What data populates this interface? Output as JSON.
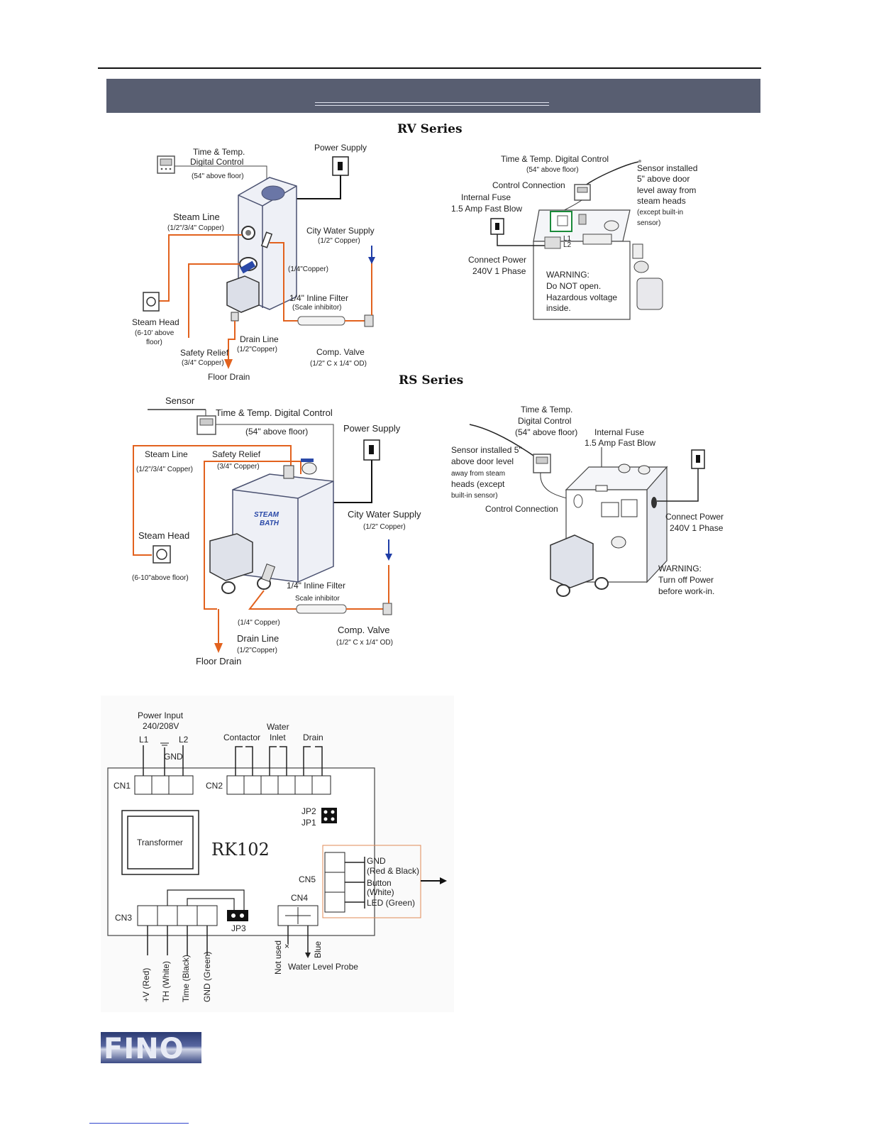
{
  "header": {
    "banner_color": "#585e71"
  },
  "rv": {
    "title": "RV Series",
    "left": {
      "control_title_1": "Time & Temp.",
      "control_title_2": "Digital Control",
      "control_height": "(54\" above floor)",
      "power_supply": "Power Supply",
      "steam_line": "Steam Line",
      "steam_line_spec": "(1/2\"/3/4\" Copper)",
      "city_water": "City Water Supply",
      "city_water_spec": "(1/2\" Copper)",
      "copper_quarter": "(1/4\"Copper)",
      "filter": "1/4\" Inline Filter",
      "filter_sub": "(Scale inhibitor)",
      "steam_head": "Steam Head",
      "steam_head_h1": "(6-10' above",
      "steam_head_h2": "floor)",
      "drain_line": "Drain Line",
      "drain_spec": "(1/2\"Copper)",
      "safety_relief": "Safety Relief",
      "safety_spec": "(3/4\" Copper)",
      "comp_valve": "Comp. Valve",
      "comp_spec": "(1/2\" C x 1/4\" OD)",
      "floor_drain": "Floor Drain"
    },
    "right": {
      "control_title": "Time & Temp. Digital Control",
      "control_height": "(54\" above floor)",
      "control_connection": "Control Connection",
      "fuse_1": "Internal Fuse",
      "fuse_2": "1.5 Amp Fast Blow",
      "sensor_1": "Sensor installed",
      "sensor_2": "5\" above door",
      "sensor_3": "level away from",
      "sensor_4": "steam heads",
      "sensor_5": "(except built-in",
      "sensor_6": "sensor)",
      "connect_power": "Connect Power",
      "phase": "240V 1 Phase",
      "l1": "L1",
      "l2": "L2",
      "warning_1": "WARNING:",
      "warning_2": "Do NOT open.",
      "warning_3": "Hazardous voltage",
      "warning_4": "inside."
    }
  },
  "rs": {
    "title": "RS Series",
    "left": {
      "sensor": "Sensor",
      "control": "Time & Temp. Digital Control",
      "control_height": "(54\" above floor)",
      "power_supply": "Power Supply",
      "steam_line": "Steam Line",
      "steam_line_spec": "(1/2\"/3/4\" Copper)",
      "safety_relief": "Safety Relief",
      "safety_spec": "(3/4\" Copper)",
      "city_water": "City Water Supply",
      "city_water_spec": "(1/2\" Copper)",
      "steam_head": "Steam Head",
      "steam_head_h": "(6-10\"above floor)",
      "filter": "1/4\" Inline Filter",
      "filter_sub": "Scale inhibitor",
      "copper_quarter": "(1/4\" Copper)",
      "comp_valve": "Comp. Valve",
      "comp_spec": "(1/2\" C x 1/4\" OD)",
      "drain_line": "Drain Line",
      "drain_spec": "(1/2\"Copper)",
      "floor_drain": "Floor Drain",
      "brand_1": "STEAM",
      "brand_2": "BATH"
    },
    "right": {
      "control_1": "Time & Temp.",
      "control_2": "Digital Control",
      "control_height": "(54\" above floor)",
      "fuse_1": "Internal Fuse",
      "fuse_2": "1.5 Amp Fast Blow",
      "sensor_1": "Sensor installed 5\"",
      "sensor_2": "above door level",
      "sensor_3": "away from steam",
      "sensor_4": "heads (except",
      "sensor_5": "built-in sensor)",
      "control_connection": "Control Connection",
      "connect_power": "Connect Power",
      "phase": "240V 1 Phase",
      "warning_1": "WARNING:",
      "warning_2": "Turn off Power",
      "warning_3": "before work-in."
    }
  },
  "pcb": {
    "power_input": "Power Input",
    "voltage": "240/208V",
    "l1": "L1",
    "l2": "L2",
    "gnd": "GND",
    "contactor": "Contactor",
    "water": "Water",
    "inlet": "Inlet",
    "drain": "Drain",
    "cn1": "CN1",
    "cn2": "CN2",
    "cn3": "CN3",
    "cn4": "CN4",
    "cn5": "CN5",
    "jp1": "JP1",
    "jp2": "JP2",
    "jp3": "JP3",
    "transformer": "Transformer",
    "model": "RK102",
    "gnd_wire": "GND",
    "gnd_wire_sub": "(Red & Black)",
    "button": "Button",
    "button_sub": "(White)",
    "led": "LED (Green)",
    "not_used": "Not used",
    "blue": "Blue",
    "probe": "Water Level Probe",
    "w1": "+V (Red)",
    "w2": "TH (White)",
    "w3": "Time (Black)",
    "w4": "GND (Green)"
  },
  "footer": {
    "logo": "FINO"
  }
}
